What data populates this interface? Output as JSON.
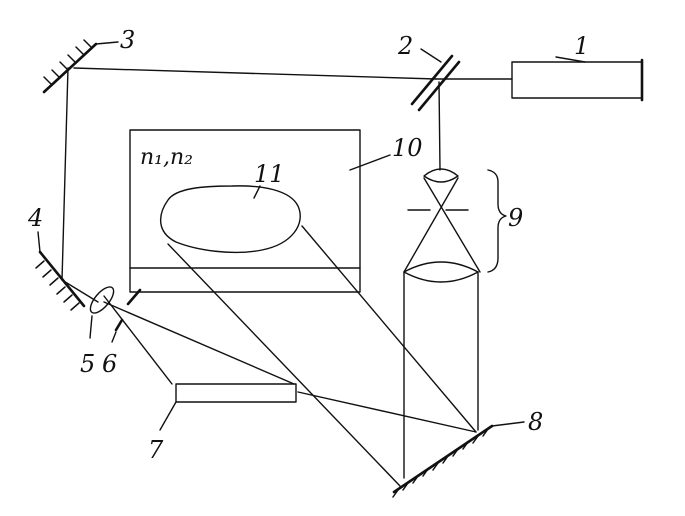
{
  "labels": {
    "laser": "1",
    "beam_splitter": "2",
    "mirror_top": "3",
    "mirror_left": "4",
    "lens": "5",
    "aperture": "6",
    "recording_plate": "7",
    "mirror_bottom": "8",
    "beam_expander": "9",
    "cell": "10",
    "object": "11",
    "refractive_indices": "n₁,n₂"
  }
}
